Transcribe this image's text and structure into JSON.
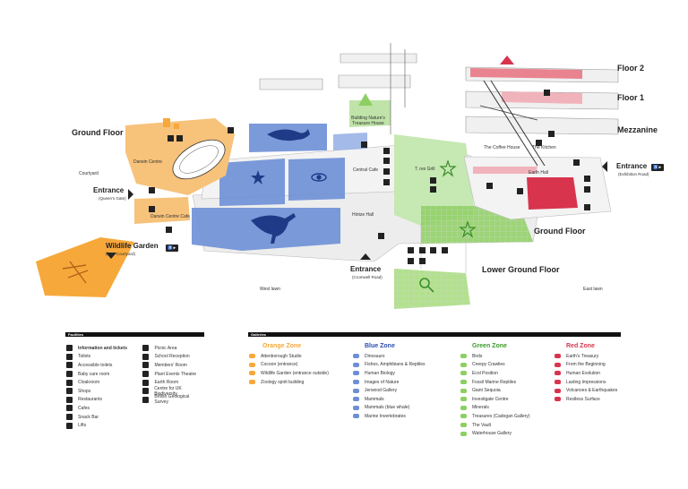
{
  "colors": {
    "orange": "#f7a83a",
    "blue": "#6d8fd6",
    "green": "#8ecf63",
    "red": "#d8344e",
    "grey_floor": "#ececec",
    "dark": "#222222"
  },
  "map": {
    "floors": {
      "floor2": "Floor 2",
      "floor1": "Floor 1",
      "mezzanine": "Mezzanine",
      "ground_left": "Ground Floor",
      "ground_right": "Ground Floor",
      "lower_ground": "Lower Ground Floor"
    },
    "areas": {
      "darwin_centre": "Darwin Centre",
      "darwin_centre_cafe": "Darwin Centre Cafe",
      "courtyard": "Courtyard",
      "wildlife_garden": "Wildlife Garden",
      "wildlife_garden_sub": "(from Courtyard)",
      "central_cafe": "Central Cafe",
      "t_rex_grill": "T. rex Grill",
      "hintze_hall": "Hintze Hall",
      "the_coffee_house": "The Coffee House",
      "the_kitchen": "The Kitchen",
      "earth_hall": "Earth Hall",
      "building_natures_treasure_house": "Building Nature's Treasure House",
      "west_lawn": "West lawn",
      "east_lawn": "East lawn"
    },
    "entrances": {
      "queens_gate": {
        "label": "Entrance",
        "sub": "(Queen's Gate)"
      },
      "exhibition_road": {
        "label": "Entrance",
        "sub": "(Exhibition Road)"
      },
      "cromwell_road": {
        "label": "Entrance",
        "sub": "(Cromwell Road)"
      }
    },
    "icons": {
      "whale": "whale-icon",
      "dinosaur": "dinosaur-icon",
      "dragonfly": "dragonfly-icon",
      "volcano": "volcano-icon",
      "eye": "eye-icon",
      "star": "star-icon",
      "magnifier": "magnifier-icon",
      "escalator": "escalator-icon"
    }
  },
  "legend": {
    "facilities": {
      "heading": "Facilities",
      "items": [
        {
          "icon": "info-icon",
          "label": "Information and tickets",
          "bold": true
        },
        {
          "icon": "toilets-icon",
          "label": "Toilets"
        },
        {
          "icon": "accessible-toilet-icon",
          "label": "Accessible toilets"
        },
        {
          "icon": "baby-care-icon",
          "label": "Baby care room"
        },
        {
          "icon": "cloakroom-icon",
          "label": "Cloakroom"
        },
        {
          "icon": "shops-icon",
          "label": "Shops"
        },
        {
          "icon": "restaurants-icon",
          "label": "Restaurants"
        },
        {
          "icon": "cafes-icon",
          "label": "Cafes"
        },
        {
          "icon": "snack-bar-icon",
          "label": "Snack Bar"
        },
        {
          "icon": "lifts-icon",
          "label": "Lifts"
        }
      ],
      "items2": [
        {
          "icon": "picnic-icon",
          "label": "Picnic Area"
        },
        {
          "icon": "school-reception-icon",
          "label": "School Reception"
        },
        {
          "icon": "members-room-icon",
          "label": "Members' Room"
        },
        {
          "icon": "plant-events-icon",
          "label": "Plant Events Theatre"
        },
        {
          "icon": "earth-room-icon",
          "label": "Earth Room"
        },
        {
          "icon": "biodiversity-icon",
          "label": "Centre for UK Biodiversity"
        },
        {
          "icon": "geological-survey-icon",
          "label": "British Geological Survey"
        }
      ]
    },
    "galleries": {
      "heading": "Galleries",
      "orange": {
        "title": "Orange Zone",
        "items": [
          {
            "icon": "attenborough-icon",
            "label": "Attenborough Studio"
          },
          {
            "icon": "cocoon-icon",
            "label": "Cocoon (entrance)"
          },
          {
            "icon": "dragonfly-icon",
            "label": "Wildlife Garden (entrance outside)"
          },
          {
            "icon": "zoology-icon",
            "label": "Zoology spirit building"
          }
        ]
      },
      "blue": {
        "title": "Blue Zone",
        "items": [
          {
            "icon": "dinosaur-icon",
            "label": "Dinosaurs"
          },
          {
            "icon": "fish-icon",
            "label": "Fishes, Amphibians & Reptiles"
          },
          {
            "icon": "eye-icon",
            "label": "Human Biology"
          },
          {
            "icon": "images-icon",
            "label": "Images of Nature"
          },
          {
            "icon": "star-icon",
            "label": "Jerwood Gallery"
          },
          {
            "icon": "mammal-icon",
            "label": "Mammals"
          },
          {
            "icon": "whale-icon",
            "label": "Mammals (blue whale)"
          },
          {
            "icon": "invertebrate-icon",
            "label": "Marine Invertebrates"
          }
        ]
      },
      "green": {
        "title": "Green Zone",
        "items": [
          {
            "icon": "bird-icon",
            "label": "Birds"
          },
          {
            "icon": "crawlies-icon",
            "label": "Creepy Crawlies"
          },
          {
            "icon": "star-icon",
            "label": "Ecol Position"
          },
          {
            "icon": "marine-reptile-icon",
            "label": "Fossil Marine Reptiles"
          },
          {
            "icon": "sequoia-icon",
            "label": "Giant Sequoia"
          },
          {
            "icon": "magnifier-icon",
            "label": "Investigate Centre"
          },
          {
            "icon": "minerals-icon",
            "label": "Minerals"
          },
          {
            "icon": "treasures-icon",
            "label": "Treasures (Cadogan Gallery)"
          },
          {
            "icon": "vault-icon",
            "label": "The Vault"
          },
          {
            "icon": "star-icon",
            "label": "Waterhouse Gallery"
          }
        ]
      },
      "red": {
        "title": "Red Zone",
        "items": [
          {
            "icon": "earth-icon",
            "label": "Earth's Treasury"
          },
          {
            "icon": "clock-icon",
            "label": "From the Beginning"
          },
          {
            "icon": "human-icon",
            "label": "Human Evolution"
          },
          {
            "icon": "impressions-icon",
            "label": "Lasting Impressions"
          },
          {
            "icon": "volcano-icon",
            "label": "Volcanoes & Earthquakes"
          },
          {
            "icon": "restless-icon",
            "label": "Restless Surface"
          }
        ]
      }
    }
  }
}
